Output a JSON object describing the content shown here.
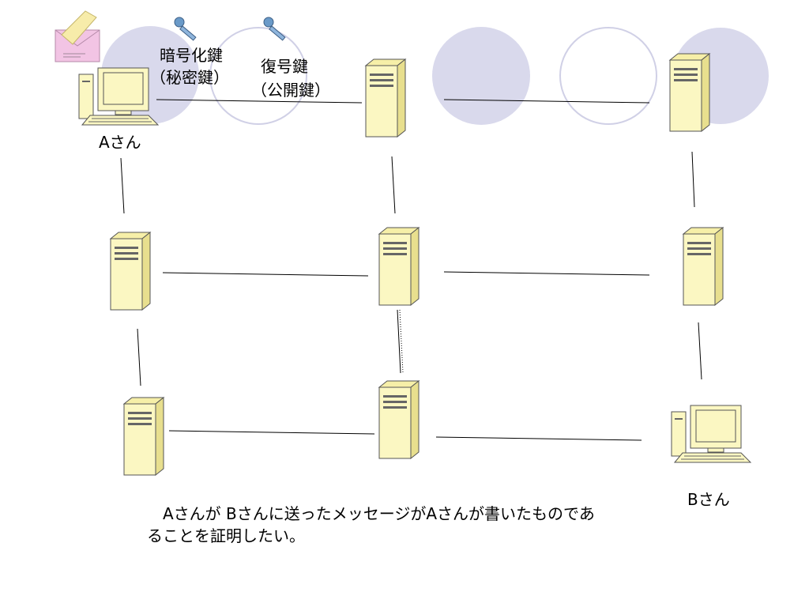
{
  "labels": {
    "encrypt_key_name": "暗号化鍵",
    "encrypt_key_type": "（秘密鍵）",
    "decrypt_key_name": "復号鍵",
    "decrypt_key_type": "（公開鍵）",
    "user_a": "Aさん",
    "user_b": "Bさん"
  },
  "caption": {
    "line1": "　Aさんが Bさんに送ったメッセージがAさんが書いたものであ",
    "line2": "ることを証明したい。"
  },
  "colors": {
    "circle_fill": "#d9d9ec",
    "circle_stroke": "#d0d0e6",
    "device_fill": "#fbf7c2",
    "device_stroke": "#555555",
    "envelope": "#f2c4e4",
    "key": "#6a9ac8"
  },
  "icons": [
    "envelope-icon",
    "key-icon",
    "computer-icon",
    "server-icon"
  ]
}
